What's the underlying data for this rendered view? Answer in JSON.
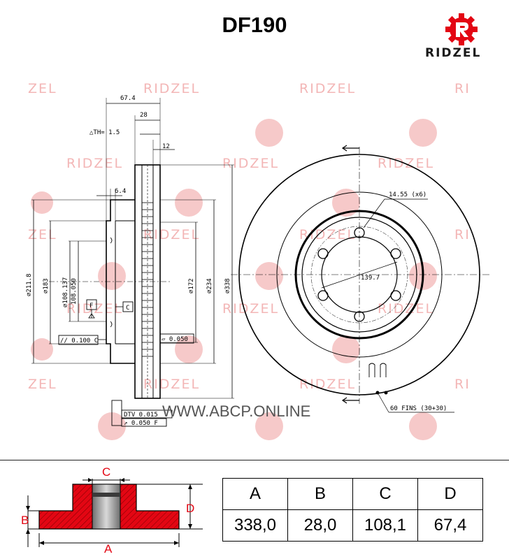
{
  "title": "DF190",
  "brand": {
    "name": "RIDZEL",
    "accent_color": "#e30613",
    "logo_icon": "gear-r-logo-icon"
  },
  "watermark": {
    "text": "RIDZEL",
    "fragment_left": "ZEL",
    "fragment_right": "RI",
    "color": "#f3b6b6"
  },
  "drawing_labels": {
    "d_67_4": "67.4",
    "d_28": "28",
    "th": "△TH= 1.5",
    "d_12": "12",
    "d_6_4": "6.4",
    "phi_211_8": "⌀211.8",
    "phi_183": "⌀183",
    "phi_108_137": "⌀108.137",
    "phi_108_050": "108.050",
    "phi_172": "⌀172",
    "phi_234": "⌀234",
    "phi_338": "⌀338",
    "datum_f": "F",
    "datum_c": "C",
    "tol_parallel": "// 0.100 C",
    "tol_flat": "▱ 0.050",
    "dtv": "DTV 0.015",
    "runout": "↗ 0.050 F",
    "holes": "14.55 (x6)",
    "pcd": "139.7",
    "fins": "60 FINS (30+30)"
  },
  "website": "WWW.ABCP.ONLINE",
  "legend": {
    "label_a": "A",
    "label_b": "B",
    "label_c": "C",
    "label_d": "D"
  },
  "spec_table": {
    "headers": [
      "A",
      "B",
      "C",
      "D"
    ],
    "values": [
      "338,0",
      "28,0",
      "108,1",
      "67,4"
    ]
  }
}
